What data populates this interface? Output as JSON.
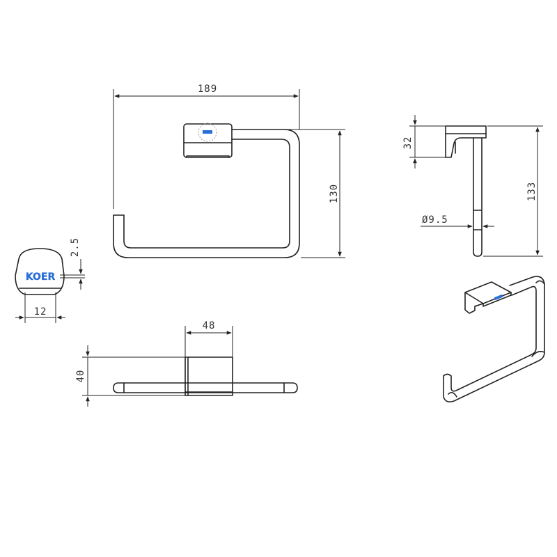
{
  "dimensions": {
    "width_189": "189",
    "height_130": "130",
    "depth_32": "32",
    "height_133": "133",
    "diameter": "Ø9.5",
    "thickness_2_5": "2.5",
    "width_12": "12",
    "width_48": "48",
    "height_40": "40"
  },
  "logo": {
    "text": "KOER",
    "color": "#2a6fd6"
  }
}
